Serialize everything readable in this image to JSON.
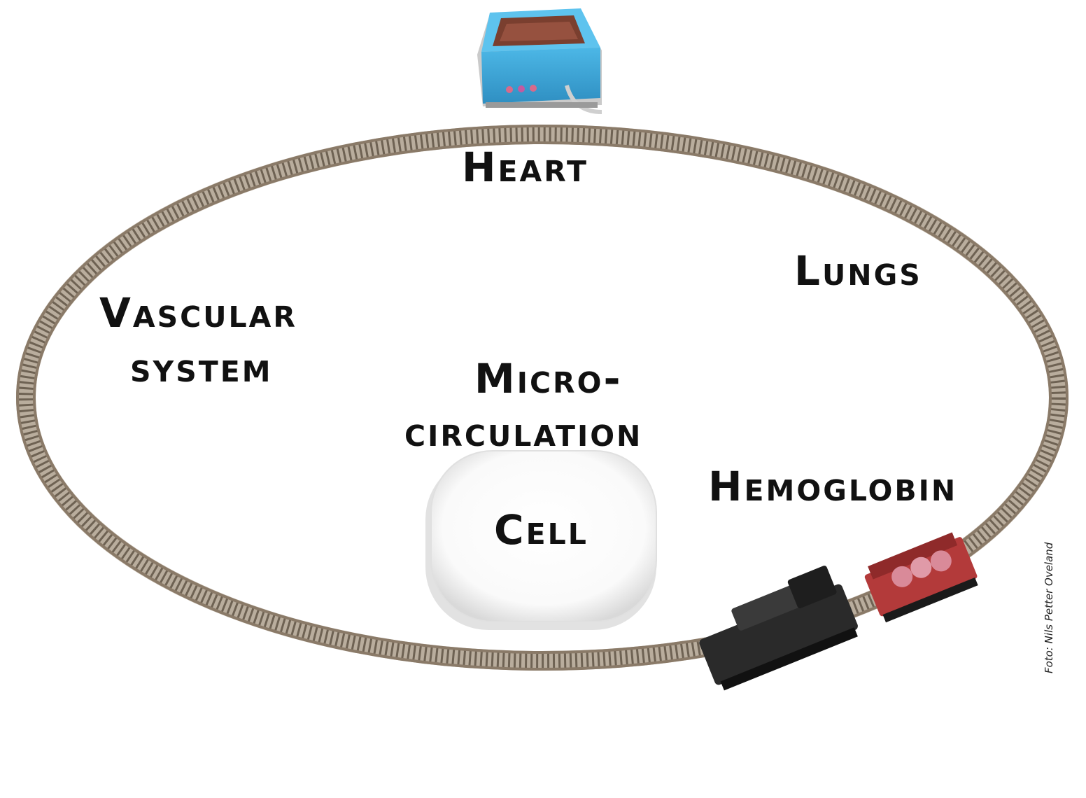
{
  "diagram": {
    "heart": "Heart",
    "lungs": "Lungs",
    "vascular_line1": "Vascular",
    "vascular_line2": "system",
    "micro_line1": "Micro-",
    "micro_line2": "circulation",
    "hemoglobin": "Hemoglobin",
    "cell": "Cell"
  },
  "credit": "Foto: Nils Petter Oveland",
  "colors": {
    "rail": "#8a7a68",
    "tie": "#6e6253",
    "heart_box": "#3aa6d8",
    "wagon": "#b33a3a",
    "locomotive": "#2a2a2a",
    "cell": "#f4f4f4"
  }
}
